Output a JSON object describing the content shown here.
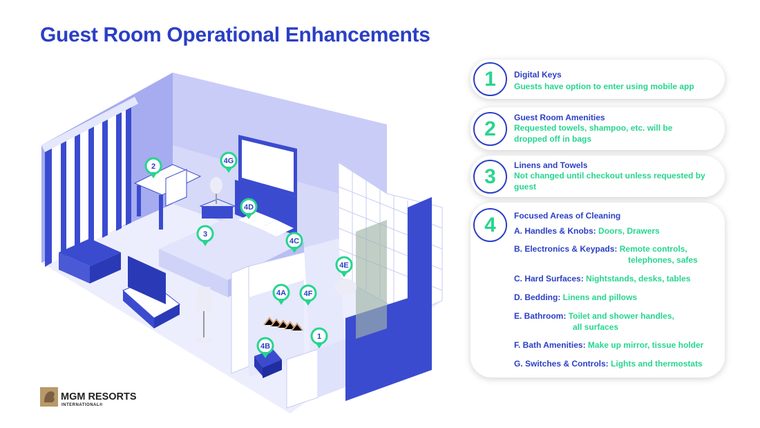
{
  "title": "Guest Room Operational Enhancements",
  "cards": [
    {
      "num": "1",
      "title": "Digital Keys",
      "desc": "Guests have option to enter using mobile app"
    },
    {
      "num": "2",
      "title": "Guest Room Amenities",
      "desc": "Requested towels, shampoo, etc. will be dropped off in bags"
    },
    {
      "num": "3",
      "title": "Linens and Towels",
      "desc": "Not changed until checkout unless requested by guest"
    }
  ],
  "cleaning": {
    "num": "4",
    "title": "Focused Areas of Cleaning",
    "items": [
      {
        "label": "A. Handles & Knobs:",
        "value": "Doors, Drawers",
        "value2": ""
      },
      {
        "label": "B. Electronics & Keypads:",
        "value": "Remote controls,",
        "value2": "telephones, safes"
      },
      {
        "label": "C. Hard Surfaces:",
        "value": "Nightstands, desks, tables",
        "value2": ""
      },
      {
        "label": "D. Bedding:",
        "value": "Linens and pillows",
        "value2": ""
      },
      {
        "label": "E. Bathroom:",
        "value": "Toilet and shower handles,",
        "value2": "all surfaces"
      },
      {
        "label": "F. Bath Amenities:",
        "value": "Make up mirror, tissue holder",
        "value2": ""
      },
      {
        "label": "G. Switches & Controls:",
        "value": "Lights and thermostats",
        "value2": ""
      }
    ]
  },
  "pins": [
    "2",
    "4G",
    "4D",
    "3",
    "4C",
    "4E",
    "4A",
    "4F",
    "4B",
    "1"
  ],
  "logo": {
    "name": "MGM RESORTS",
    "sub": "INTERNATIONAL®"
  },
  "colors": {
    "blue": "#2b3fc4",
    "green": "#27d58f",
    "wall": "#c8cbf5",
    "wall_dark": "#8f96e8",
    "floor": "#eceffd"
  }
}
